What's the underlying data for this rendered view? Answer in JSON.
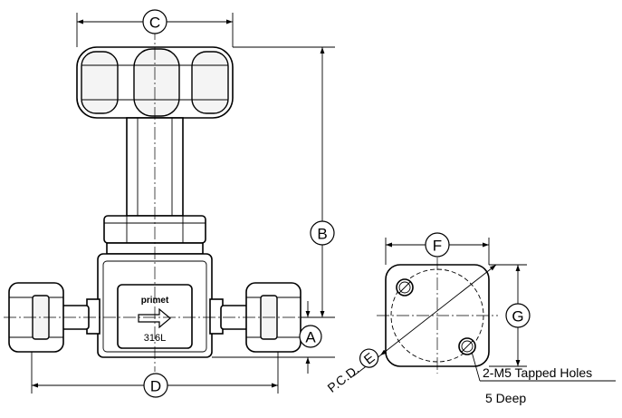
{
  "dimension_labels": {
    "a": "A",
    "b": "B",
    "c": "C",
    "d": "D",
    "e": "E",
    "f": "F",
    "g": "G"
  },
  "pcd_prefix": "P.C.D.",
  "body_marking": {
    "brand": "primet",
    "material": "316L",
    "arrow_icon": "right-arrow-icon"
  },
  "hole_note": {
    "line1": "2-M5 Tapped Holes",
    "line2": "5 Deep"
  }
}
